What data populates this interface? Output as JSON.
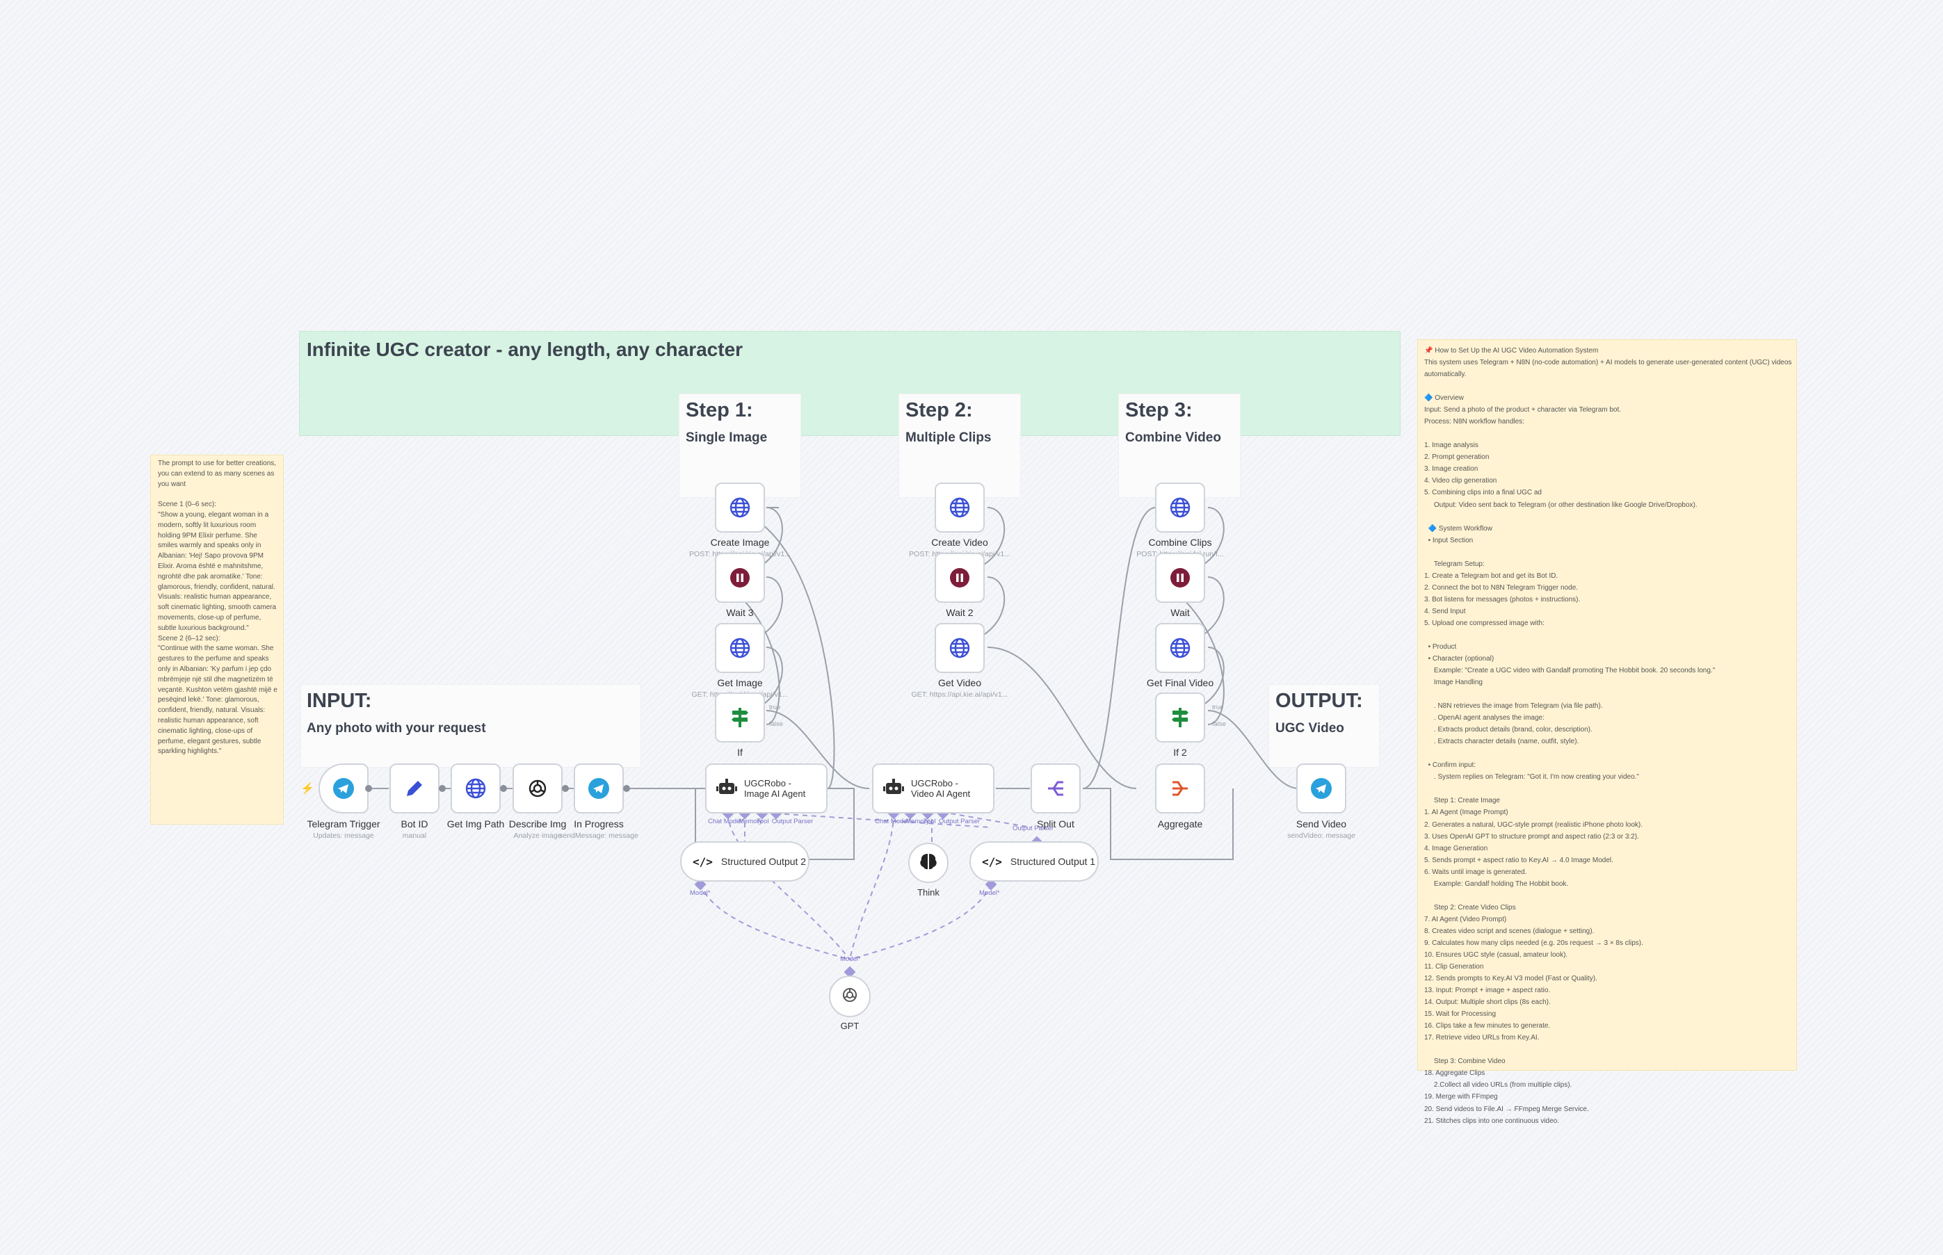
{
  "colors": {
    "accent": "#7a72c9",
    "telegram": "#2aa1dc",
    "wait": "#7d1d3a",
    "if": "#1e8e3e",
    "globe": "#3b4fd6",
    "aggregate": "#e2542b",
    "split": "#7c5cd6"
  },
  "title_note": {
    "title": "Infinite UGC creator - any length, any character"
  },
  "sections": {
    "input": {
      "head": "INPUT:",
      "sub": "Any photo with your request"
    },
    "step1": {
      "head": "Step 1:",
      "sub": "Single Image"
    },
    "step2": {
      "head": "Step 2:",
      "sub": "Multiple Clips"
    },
    "step3": {
      "head": "Step 3:",
      "sub": "Combine Video"
    },
    "output": {
      "head": "OUTPUT:",
      "sub": "UGC Video"
    }
  },
  "prompt_note": {
    "text": "The prompt to use for better creations, you can extend to as many scenes as you want\n\nScene 1 (0–6 sec):\n\"Show a young, elegant woman in a modern, softly lit luxurious room holding 9PM Elixir perfume. She smiles warmly and speaks only in Albanian: 'Hej! Sapo provova 9PM Elixir. Aroma është e mahnitshme, ngrohtë dhe pak aromatike.' Tone: glamorous, friendly, confident, natural. Visuals: realistic human appearance, soft cinematic lighting, smooth camera movements, close-up of perfume, subtle luxurious background.\"\nScene 2 (6–12 sec):\n\"Continue with the same woman. She gestures to the perfume and speaks only in Albanian: 'Ky parfum i jep çdo mbrëmjeje një stil dhe magnetizëm të veçantë. Kushton vetëm gjashtë mijë e pesëqind lekë.' Tone: glamorous, confident, friendly, natural. Visuals: realistic human appearance, soft cinematic lighting, close-ups of perfume, elegant gestures, subtle sparkling highlights.\""
  },
  "setup_note": {
    "lines": [
      "📌 How to Set Up the AI UGC Video Automation System",
      "This system uses Telegram + N8N (no-code automation) + AI models to generate user-generated content (UGC) videos automatically.",
      "",
      "🔷 Overview",
      "Input: Send a photo of the product + character via Telegram bot.",
      "Process: N8N workflow handles:",
      "",
      "1. Image analysis",
      "2. Prompt generation",
      "3. Image creation",
      "4. Video clip generation",
      "5. Combining clips into a final UGC ad",
      "     Output: Video sent back to Telegram (or other destination like Google Drive/Dropbox).",
      "",
      "  🔷 System Workflow",
      "  • Input Section",
      "",
      "     Telegram Setup:",
      "1. Create a Telegram bot and get its Bot ID.",
      "2. Connect the bot to N8N Telegram Trigger node.",
      "3. Bot listens for messages (photos + instructions).",
      "4. Send Input",
      "5. Upload one compressed image with:",
      "",
      "  • Product",
      "  • Character (optional)",
      "     Example: \"Create a UGC video with Gandalf promoting The Hobbit book. 20 seconds long.\"",
      "     Image Handling",
      "",
      "     . N8N retrieves the image from Telegram (via file path).",
      "     . OpenAI agent analyses the image:",
      "     . Extracts product details (brand, color, description).",
      "     . Extracts character details (name, outfit, style).",
      "",
      "  • Confirm input:",
      "     . System replies on Telegram: \"Got it. I'm now creating your video.\"",
      "",
      "     Step 1: Create Image",
      "1. AI Agent (Image Prompt)",
      "2. Generates a natural, UGC-style prompt (realistic iPhone photo look).",
      "3. Uses OpenAI GPT to structure prompt and aspect ratio (2:3 or 3:2).",
      "4. Image Generation",
      "5. Sends prompt + aspect ratio to Key.AI → 4.0 Image Model.",
      "6. Waits until image is generated.",
      "     Example: Gandalf holding The Hobbit book.",
      "",
      "     Step 2: Create Video Clips",
      "7. AI Agent (Video Prompt)",
      "8. Creates video script and scenes (dialogue + setting).",
      "9. Calculates how many clips needed (e.g. 20s request → 3 × 8s clips).",
      "10. Ensures UGC style (casual, amateur look).",
      "11. Clip Generation",
      "12. Sends prompts to Key.AI V3 model (Fast or Quality).",
      "13. Input: Prompt + image + aspect ratio.",
      "14. Output: Multiple short clips (8s each).",
      "15. Wait for Processing",
      "16. Clips take a few minutes to generate.",
      "17. Retrieve video URLs from Key.AI.",
      "",
      "     Step 3: Combine Video",
      "18. Aggregate Clips",
      "     2.Collect all video URLs (from multiple clips).",
      "19. Merge with FFmpeg",
      "20. Send videos to File.AI → FFmpeg Merge Service.",
      "21. Stitches clips into one continuous video."
    ]
  },
  "nodes": {
    "telegram_trigger": {
      "label": "Telegram Trigger",
      "sub": "Updates: message"
    },
    "bot_id": {
      "label": "Bot ID",
      "sub": "manual"
    },
    "get_img_path": {
      "label": "Get Img Path",
      "sub": ""
    },
    "describe_img": {
      "label": "Describe Img",
      "sub": "Analyze image"
    },
    "in_progress": {
      "label": "In Progress",
      "sub": "sendMessage: message"
    },
    "create_image": {
      "label": "Create Image",
      "sub": "POST: https://api.kie.ai/api/v1..."
    },
    "wait3": {
      "label": "Wait 3",
      "sub": ""
    },
    "get_image": {
      "label": "Get Image",
      "sub": "GET: https://api.kie.ai/api/v1..."
    },
    "if1": {
      "label": "If",
      "sub": ""
    },
    "create_video": {
      "label": "Create Video",
      "sub": "POST: https://api.kie.ai/api/v1..."
    },
    "wait2": {
      "label": "Wait 2",
      "sub": ""
    },
    "get_video": {
      "label": "Get Video",
      "sub": "GET: https://api.kie.ai/api/v1..."
    },
    "combine_clips": {
      "label": "Combine Clips",
      "sub": "POST: https://api.fal.run/f..."
    },
    "wait": {
      "label": "Wait",
      "sub": ""
    },
    "get_final_video": {
      "label": "Get Final Video",
      "sub": ""
    },
    "if2": {
      "label": "If 2",
      "sub": ""
    },
    "aggregate": {
      "label": "Aggregate",
      "sub": ""
    },
    "split_out": {
      "label": "Split Out",
      "sub": ""
    },
    "send_video": {
      "label": "Send Video",
      "sub": "sendVideo: message"
    }
  },
  "agents": {
    "image_agent": {
      "line1": "UGCRobo -",
      "line2": "Image AI Agent"
    },
    "video_agent": {
      "line1": "UGCRobo -",
      "line2": "Video AI Agent"
    }
  },
  "subnodes": {
    "structured2": {
      "label": "Structured Output 2"
    },
    "structured1": {
      "label": "Structured Output 1"
    },
    "think": {
      "label": "Think"
    },
    "gpt": {
      "label": "GPT"
    }
  },
  "port_labels": {
    "chat_model": "Chat Model*",
    "memory": "Memory",
    "tool": "Tool",
    "output_parser": "Output Parser",
    "model": "Model*",
    "true": "true",
    "false": "false"
  }
}
